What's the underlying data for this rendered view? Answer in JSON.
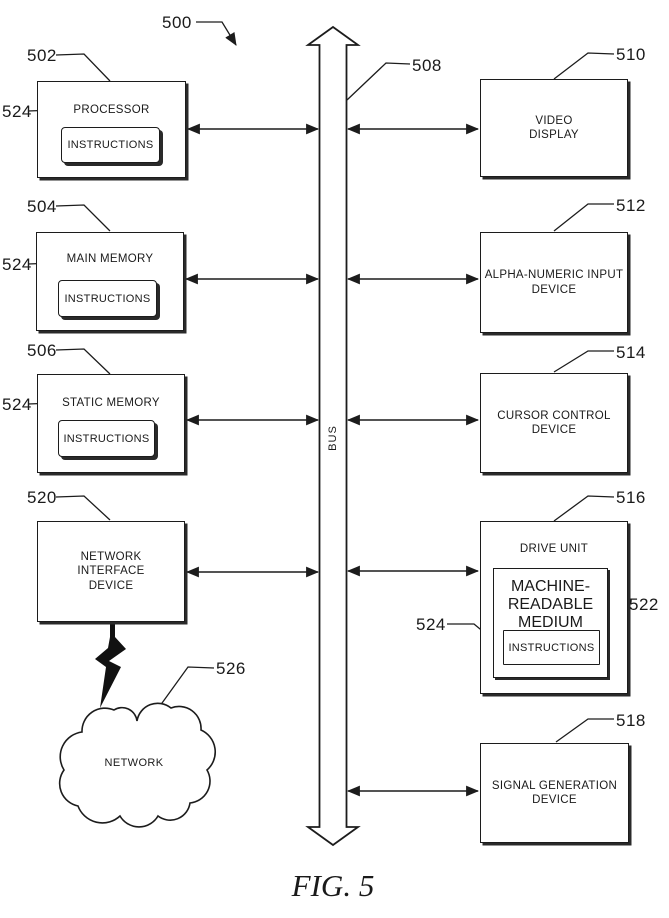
{
  "figure_caption": "FIG. 5",
  "refs": {
    "system": "500",
    "processor": "502",
    "main_memory": "504",
    "static_memory": "506",
    "bus": "508",
    "video_display": "510",
    "alphanumeric": "512",
    "cursor": "514",
    "drive_unit": "516",
    "signal": "518",
    "network_interface": "520",
    "medium": "522",
    "instructions": "524",
    "network": "526"
  },
  "blocks": {
    "processor": {
      "title": "PROCESSOR"
    },
    "main_memory": {
      "title": "MAIN MEMORY"
    },
    "static_memory": {
      "title": "STATIC MEMORY"
    },
    "network_interface": {
      "title": "NETWORK\nINTERFACE\nDEVICE"
    },
    "video_display": {
      "title": "VIDEO\nDISPLAY"
    },
    "alphanumeric": {
      "title": "ALPHA-NUMERIC INPUT\nDEVICE"
    },
    "cursor": {
      "title": "CURSOR CONTROL\nDEVICE"
    },
    "drive_unit": {
      "title": "DRIVE UNIT"
    },
    "medium": {
      "title": "MACHINE-\nREADABLE\nMEDIUM"
    },
    "signal": {
      "title": "SIGNAL GENERATION\nDEVICE"
    },
    "instructions_label": "INSTRUCTIONS",
    "bus_label": "BUS",
    "network_label": "NETWORK"
  }
}
